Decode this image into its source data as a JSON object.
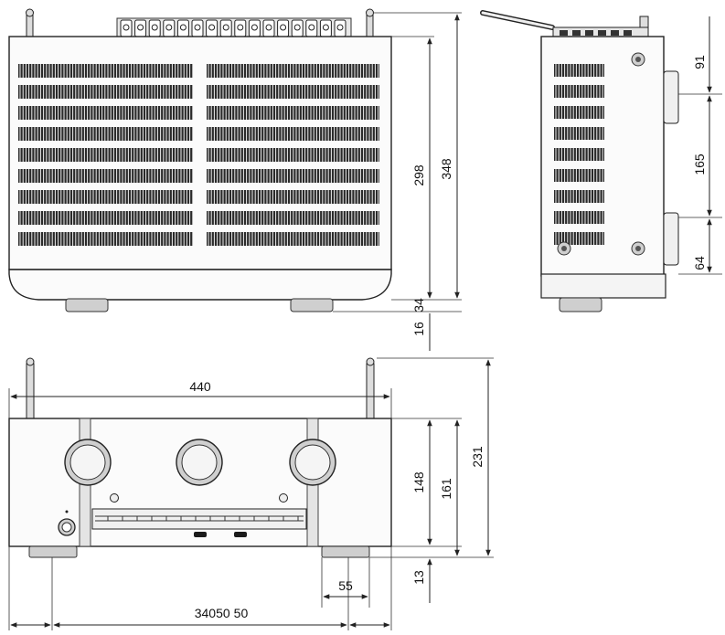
{
  "diagram": {
    "top_view": {
      "dims": {
        "depth_body": "298",
        "depth_total": "348",
        "front_feet": "16",
        "rear_part": "34"
      }
    },
    "side_view": {
      "dims": {
        "upper": "91",
        "middle": "165",
        "lower": "64"
      }
    },
    "front_view": {
      "dims": {
        "width": "440",
        "height_body": "148",
        "height_feet": "161",
        "height_antenna": "231",
        "feet_height": "13",
        "foot_width": "55",
        "foot_span": "340",
        "foot_left": "50",
        "foot_right": "50"
      }
    }
  }
}
